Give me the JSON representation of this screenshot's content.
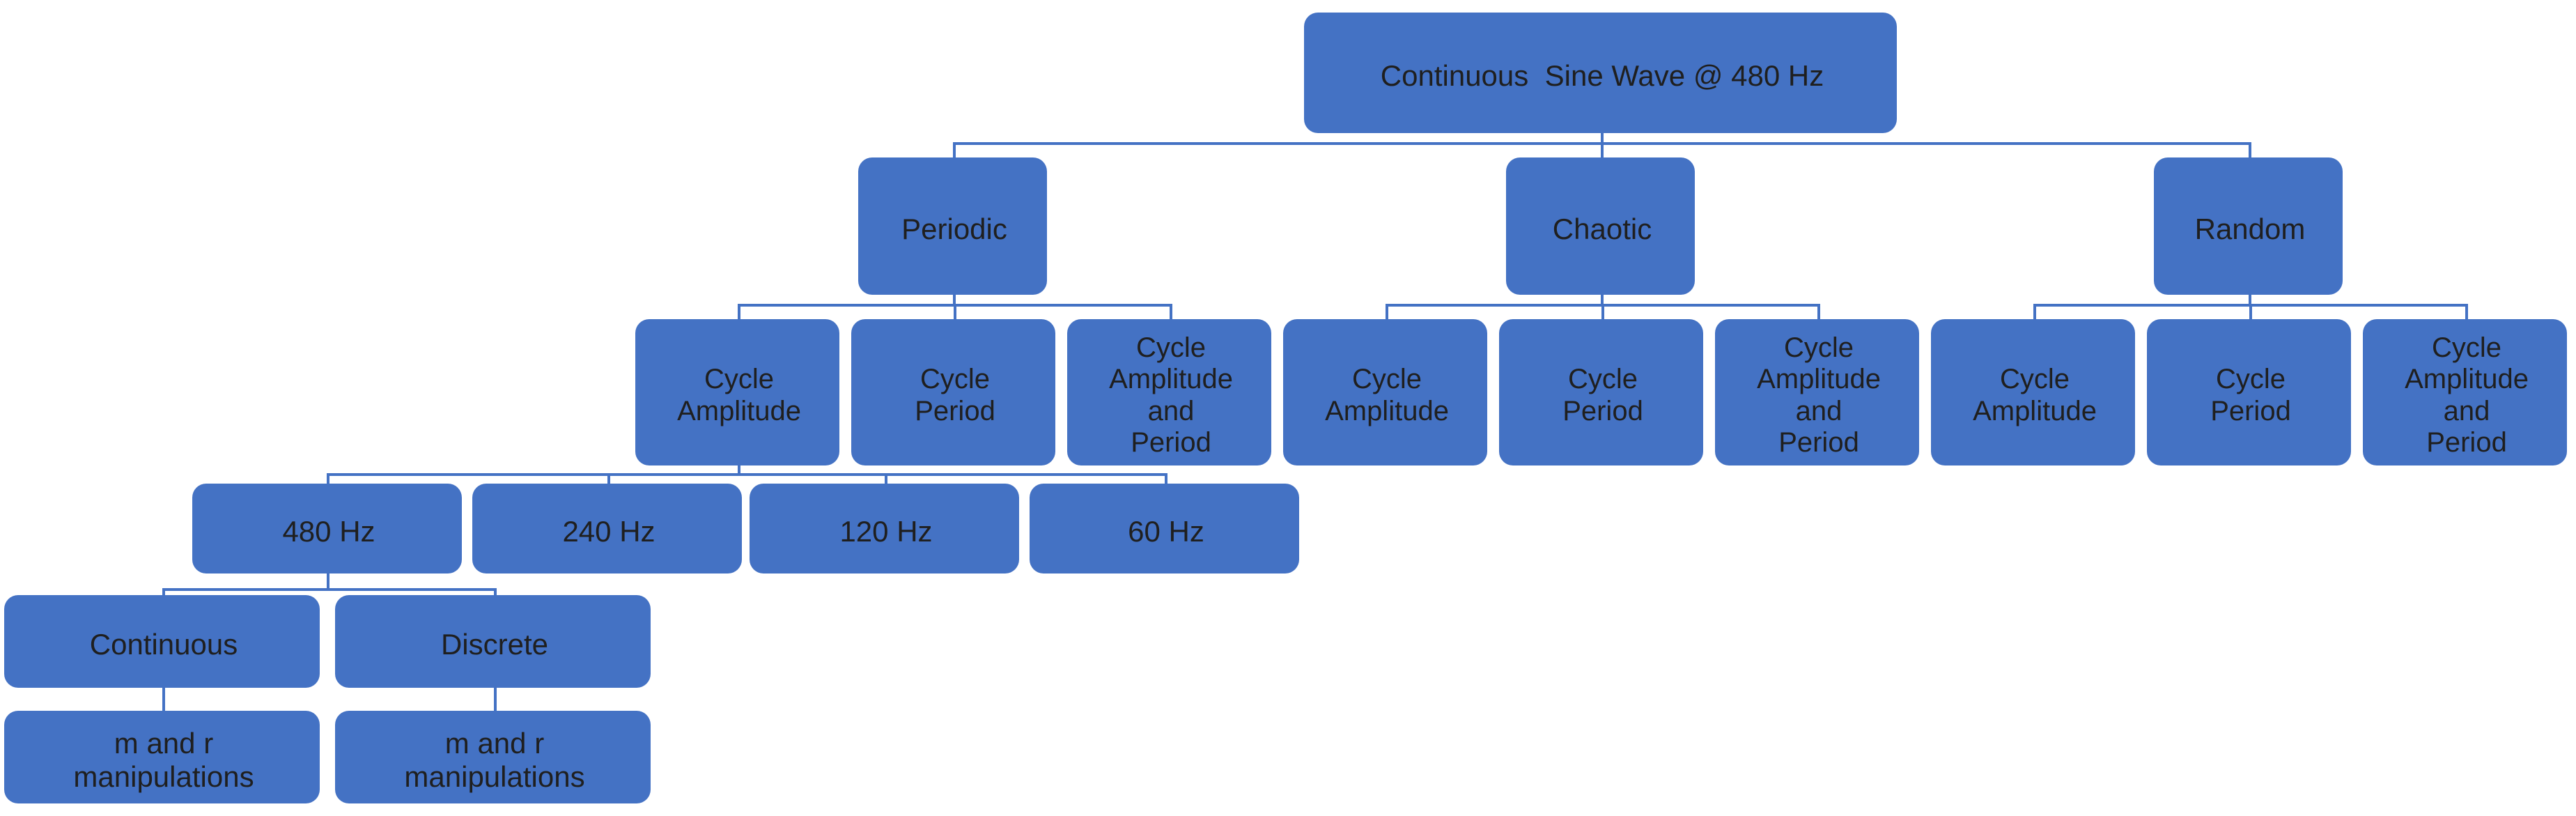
{
  "diagram": {
    "root": {
      "label": "Continuous  Sine Wave @ 480 Hz"
    },
    "groups": [
      {
        "label": "Periodic",
        "children": [
          {
            "label": "Cycle Amplitude"
          },
          {
            "label": "Cycle Period"
          },
          {
            "label": "Cycle Amplitude and Period"
          }
        ]
      },
      {
        "label": "Chaotic",
        "children": [
          {
            "label": "Cycle Amplitude"
          },
          {
            "label": "Cycle Period"
          },
          {
            "label": "Cycle Amplitude and Period"
          }
        ]
      },
      {
        "label": "Random",
        "children": [
          {
            "label": "Cycle Amplitude"
          },
          {
            "label": "Cycle Period"
          },
          {
            "label": "Cycle Amplitude and Period"
          }
        ]
      }
    ],
    "frequency_levels": [
      {
        "label": "480 Hz"
      },
      {
        "label": "240 Hz"
      },
      {
        "label": "120 Hz"
      },
      {
        "label": "60 Hz"
      }
    ],
    "signal_forms": [
      {
        "label": "Continuous"
      },
      {
        "label": "Discrete"
      }
    ],
    "manipulations": [
      {
        "label": "m and r manipulations"
      },
      {
        "label": "m and r manipulations"
      }
    ],
    "colors": {
      "accent": "#4472C4",
      "node-border": "#3F63A9",
      "node-fill": "#EEF1FA",
      "text": "#1F1F1F",
      "background": "#FFFFFF"
    }
  }
}
